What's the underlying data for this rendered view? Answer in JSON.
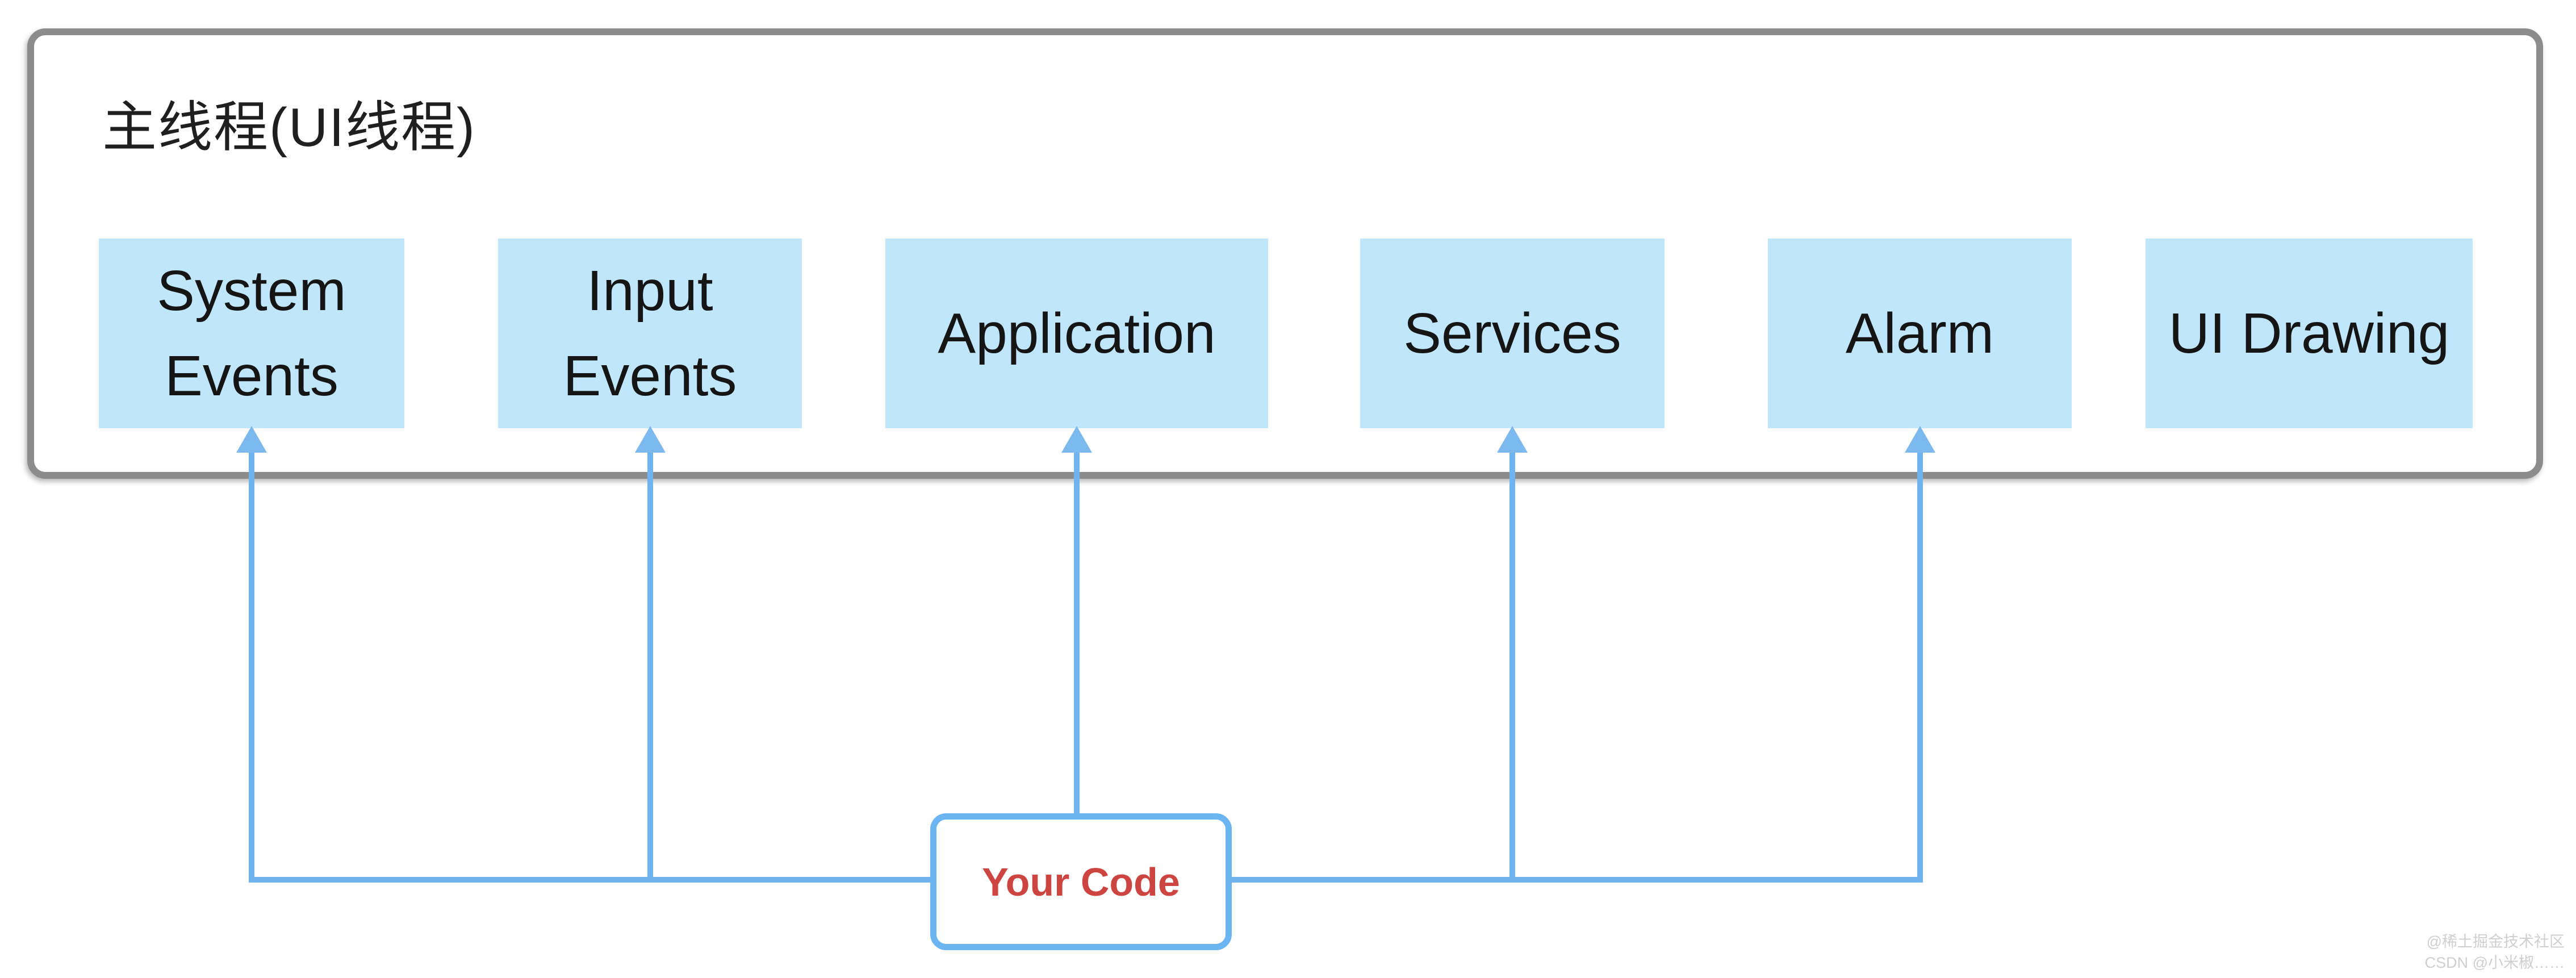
{
  "title": "主线程(UI线程)",
  "boxes": [
    {
      "label": "System Events"
    },
    {
      "label": "Input Events"
    },
    {
      "label": "Application"
    },
    {
      "label": "Services"
    },
    {
      "label": "Alarm"
    },
    {
      "label": "UI Drawing"
    }
  ],
  "your_code": {
    "label": "Your Code"
  },
  "watermark": {
    "line1": "@稀土掘金技术社区",
    "line2": "CSDN @小米椒……"
  },
  "colors": {
    "box_fill": "#bfe6fa",
    "box_text": "#151515",
    "title_text": "#1f1f1f",
    "container_border": "#8c8c8c",
    "line_blue": "#6fb3ef",
    "arrow_blue": "#7cb9ef",
    "your_code_border": "#6cb5f3",
    "your_code_text": "#cd4540",
    "watermark_text": "#cfcfcf"
  }
}
